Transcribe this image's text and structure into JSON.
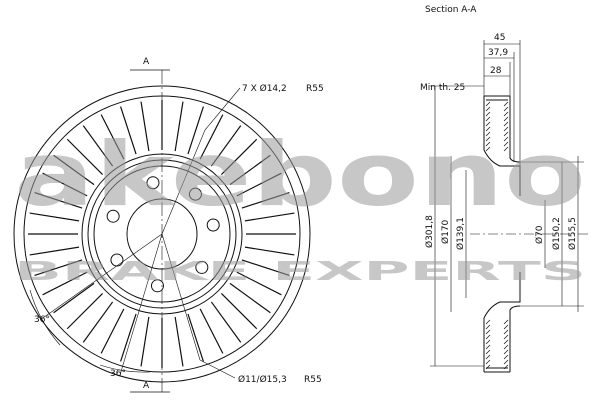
{
  "section_title": "Section A-A",
  "section_marker_top": "A",
  "section_marker_bottom": "A",
  "holes_callout": "7 X Ø14,2",
  "holes_radius": "R55",
  "bolt_callout": "Ø11/Ø15,3",
  "bolt_radius": "R55",
  "angle_left": "36°",
  "angle_bottom": "36°",
  "min_thickness": "Min th. 25",
  "dims": {
    "width_total": "45",
    "width_hat": "37,9",
    "thickness": "28",
    "d_outer": "Ø301,8",
    "d_170": "Ø170",
    "d_139": "Ø139,1",
    "d_70": "Ø70",
    "d_150": "Ø150,2",
    "d_155": "Ø155,5"
  },
  "watermark": {
    "brand": "akebono",
    "tagline": "BRAKE EXPERTS"
  }
}
